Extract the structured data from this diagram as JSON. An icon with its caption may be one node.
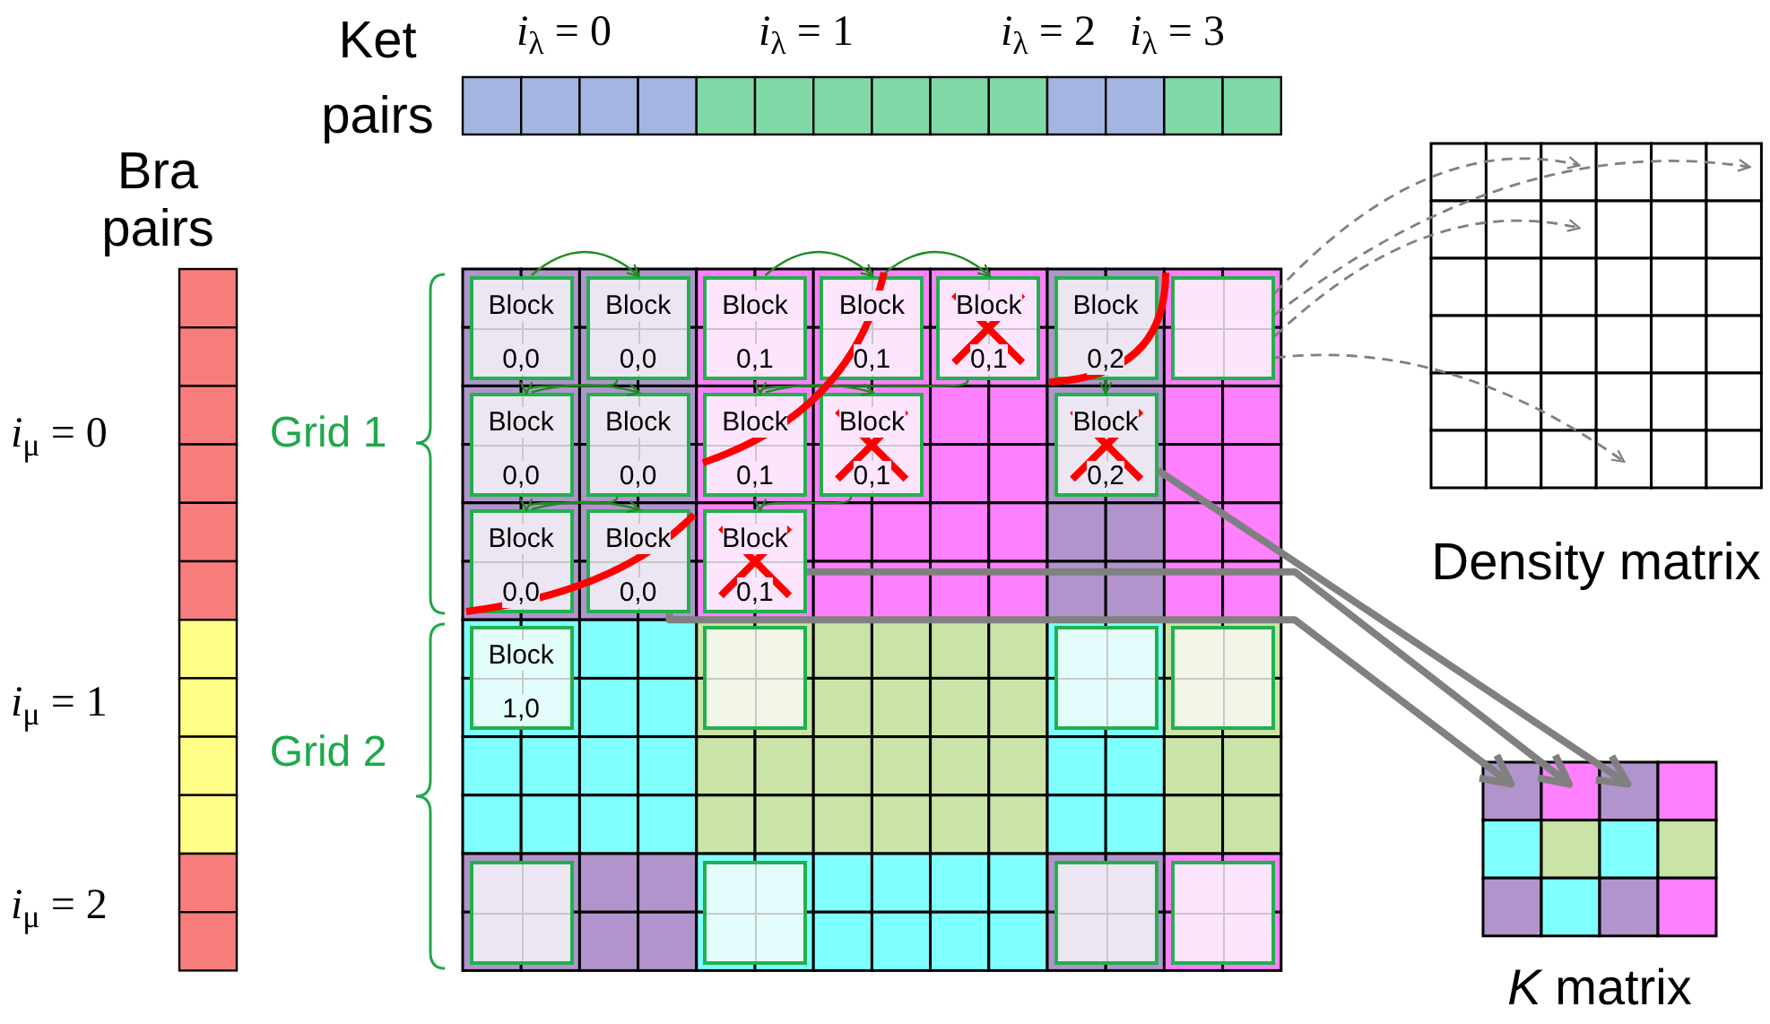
{
  "diagram": {
    "nodes": [
      {
        "text": [
          "Block 0,0"
        ]
      },
      {
        "text": [
          "Block 0,0"
        ]
      },
      {
        "text": [
          "Block 0,1"
        ]
      },
      {
        "text": [
          "Block 0,1"
        ]
      },
      {
        "text": [
          "Block 0,1"
        ]
      },
      {
        "text": [
          "Block 0,2"
        ]
      },
      {
        "text": [],
        "shape": "box"
      },
      {
        "text": [
          "Block 0,0"
        ]
      },
      {
        "text": [
          "Block 0,0"
        ]
      },
      {
        "text": [
          "Block 0,1"
        ]
      },
      {
        "text": [
          "Block 0,1"
        ]
      },
      {
        "text": [
          "Block 0,2"
        ]
      },
      {
        "text": [
          "Block 0,0"
        ]
      },
      {
        "text": [
          "Block 0,0"
        ]
      },
      {
        "text": [
          "Block 0,1"
        ]
      },
      {
        "text": [
          "Block 1,0"
        ]
      },
      {
        "text": [],
        "shape": "box"
      },
      {
        "text": [],
        "shape": "box"
      },
      {
        "text": [],
        "shape": "box"
      },
      {
        "text": [],
        "shape": "box"
      },
      {
        "text": [],
        "shape": "box"
      },
      {
        "text": [],
        "shape": "box"
      },
      {
        "text": [],
        "shape": "box"
      },
      {
        "text": [
          "Density matrix"
        ]
      },
      {
        "text": [
          "*K* matrix"
        ]
      }
    ],
    "edges": [
      {
        "from": 0,
        "to": 1,
        "arrow": "to"
      },
      {
        "from": 1,
        "to": 7,
        "arrow": "to"
      },
      {
        "from": 7,
        "to": 8,
        "arrow": "to"
      },
      {
        "from": 8,
        "to": 12,
        "arrow": "to"
      },
      {
        "from": 12,
        "to": 13,
        "arrow": "to"
      },
      {
        "from": 2,
        "to": 3,
        "arrow": "to"
      },
      {
        "from": 3,
        "to": 4,
        "arrow": "to"
      },
      {
        "from": 4,
        "to": 9,
        "arrow": "to"
      },
      {
        "from": 9,
        "to": 10,
        "arrow": "to"
      },
      {
        "from": 10,
        "to": 14,
        "arrow": "to"
      },
      {
        "from": 5,
        "to": 11,
        "arrow": "to"
      },
      {
        "from": 13,
        "to": 24,
        "arrow": "to",
        "style": "thick",
        "color": "#808080"
      },
      {
        "from": 14,
        "to": 24,
        "arrow": "to",
        "style": "thick",
        "color": "#808080"
      },
      {
        "from": 11,
        "to": 24,
        "arrow": "to",
        "style": "thick",
        "color": "#808080"
      },
      {
        "from": 6,
        "to": 23,
        "arrow": "to",
        "style": "dashed",
        "color": "#808080"
      },
      {
        "from": 6,
        "to": 23,
        "arrow": "to",
        "style": "dashed",
        "color": "#808080"
      },
      {
        "from": 6,
        "to": 23,
        "arrow": "to",
        "style": "dashed",
        "color": "#808080"
      },
      {
        "from": 6,
        "to": 23,
        "arrow": "to",
        "style": "dashed",
        "color": "#808080"
      }
    ],
    "labels": [
      "*i*$_{λ}$ = 0",
      "*i*$_{λ}$ = 1",
      "*i*$_{λ}$ = 2",
      "*i*$_{λ}$ = 3",
      "Ket pairs",
      "Bra pairs",
      "Grid 1",
      "*i*$_{μ}$ = 0",
      "*i*$_{μ}$ = 1",
      "Grid 2",
      "*i*$_{μ}$ = 2"
    ]
  }
}
